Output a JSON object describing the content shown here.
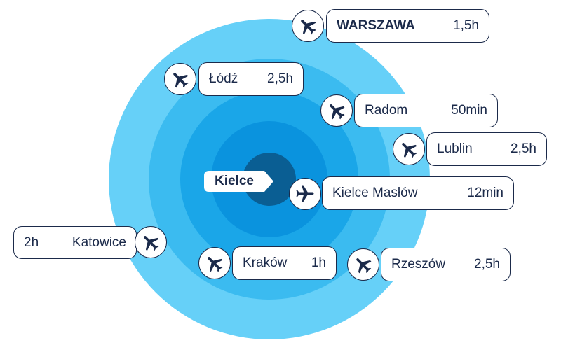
{
  "diagram": {
    "ring_colors": [
      "#66d0f8",
      "#3bbbf0",
      "#1aa6e8",
      "#0a93de",
      "#0a5e93"
    ],
    "plane_color": "#1b2a4a",
    "center_label": "Kielce",
    "destinations": [
      {
        "city": "WARSZAWA",
        "time": "1,5h",
        "bold": true,
        "icon": "airplane-icon"
      },
      {
        "city": "Łódź",
        "time": "2,5h",
        "bold": false,
        "icon": "airplane-icon"
      },
      {
        "city": "Radom",
        "time": "50min",
        "bold": false,
        "icon": "airplane-icon"
      },
      {
        "city": "Lublin",
        "time": "2,5h",
        "bold": false,
        "icon": "airplane-icon"
      },
      {
        "city": "Kielce Masłów",
        "time": "12min",
        "bold": false,
        "icon": "airplane-icon"
      },
      {
        "city": "Katowice",
        "time": "2h",
        "bold": false,
        "icon": "airplane-icon"
      },
      {
        "city": "Kraków",
        "time": "1h",
        "bold": false,
        "icon": "airplane-icon"
      },
      {
        "city": "Rzeszów",
        "time": "2,5h",
        "bold": false,
        "icon": "airplane-icon"
      }
    ]
  }
}
